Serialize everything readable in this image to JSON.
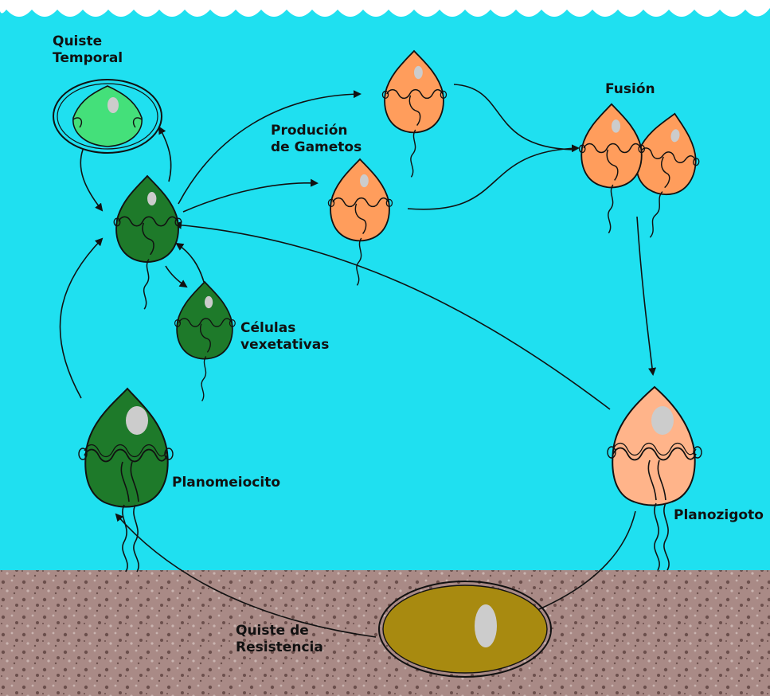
{
  "labels": {
    "quiste_temporal": "Quiste\nTemporal",
    "producion_gametos": "Produción\nde Gametos",
    "fusion": "Fusión",
    "celulas_vexetativas": "Células\nvexetativas",
    "planomeiocito": "Planomeiocito",
    "planozigoto": "Planozigoto",
    "quiste_resistencia": "Quiste de\nResistencia"
  },
  "colors": {
    "water": "#1fe0f0",
    "sediment": "#a98a86",
    "sediment_speckle": "#6b4f4c",
    "vegetative_cell": "#1e7a2a",
    "temporal_cyst": "#44e07a",
    "gamete": "#ff9d5c",
    "planozygote": "#ffb48a",
    "resting_cyst": "#a88a10",
    "nucleus": "#cccccc",
    "line": "#111111"
  }
}
